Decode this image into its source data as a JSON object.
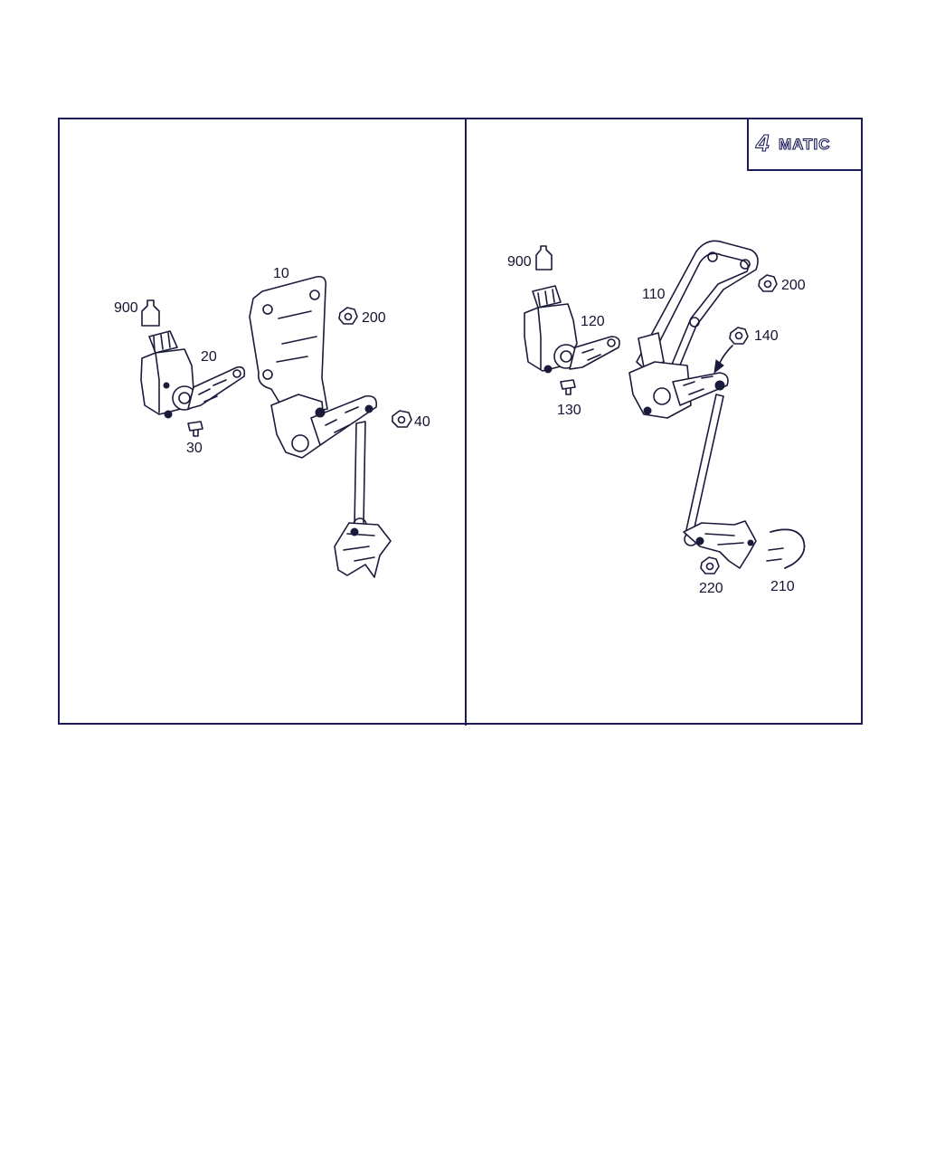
{
  "badge": {
    "number": "4",
    "word": "MATIC"
  },
  "left_panel": {
    "labels": [
      {
        "id": "900",
        "text": "900"
      },
      {
        "id": "20",
        "text": "20"
      },
      {
        "id": "30",
        "text": "30"
      },
      {
        "id": "10",
        "text": "10"
      },
      {
        "id": "200",
        "text": "200"
      },
      {
        "id": "40",
        "text": "40"
      }
    ]
  },
  "right_panel": {
    "labels": [
      {
        "id": "900",
        "text": "900"
      },
      {
        "id": "120",
        "text": "120"
      },
      {
        "id": "130",
        "text": "130"
      },
      {
        "id": "110",
        "text": "110"
      },
      {
        "id": "200",
        "text": "200"
      },
      {
        "id": "140",
        "text": "140"
      },
      {
        "id": "220",
        "text": "220"
      },
      {
        "id": "210",
        "text": "210"
      }
    ]
  }
}
